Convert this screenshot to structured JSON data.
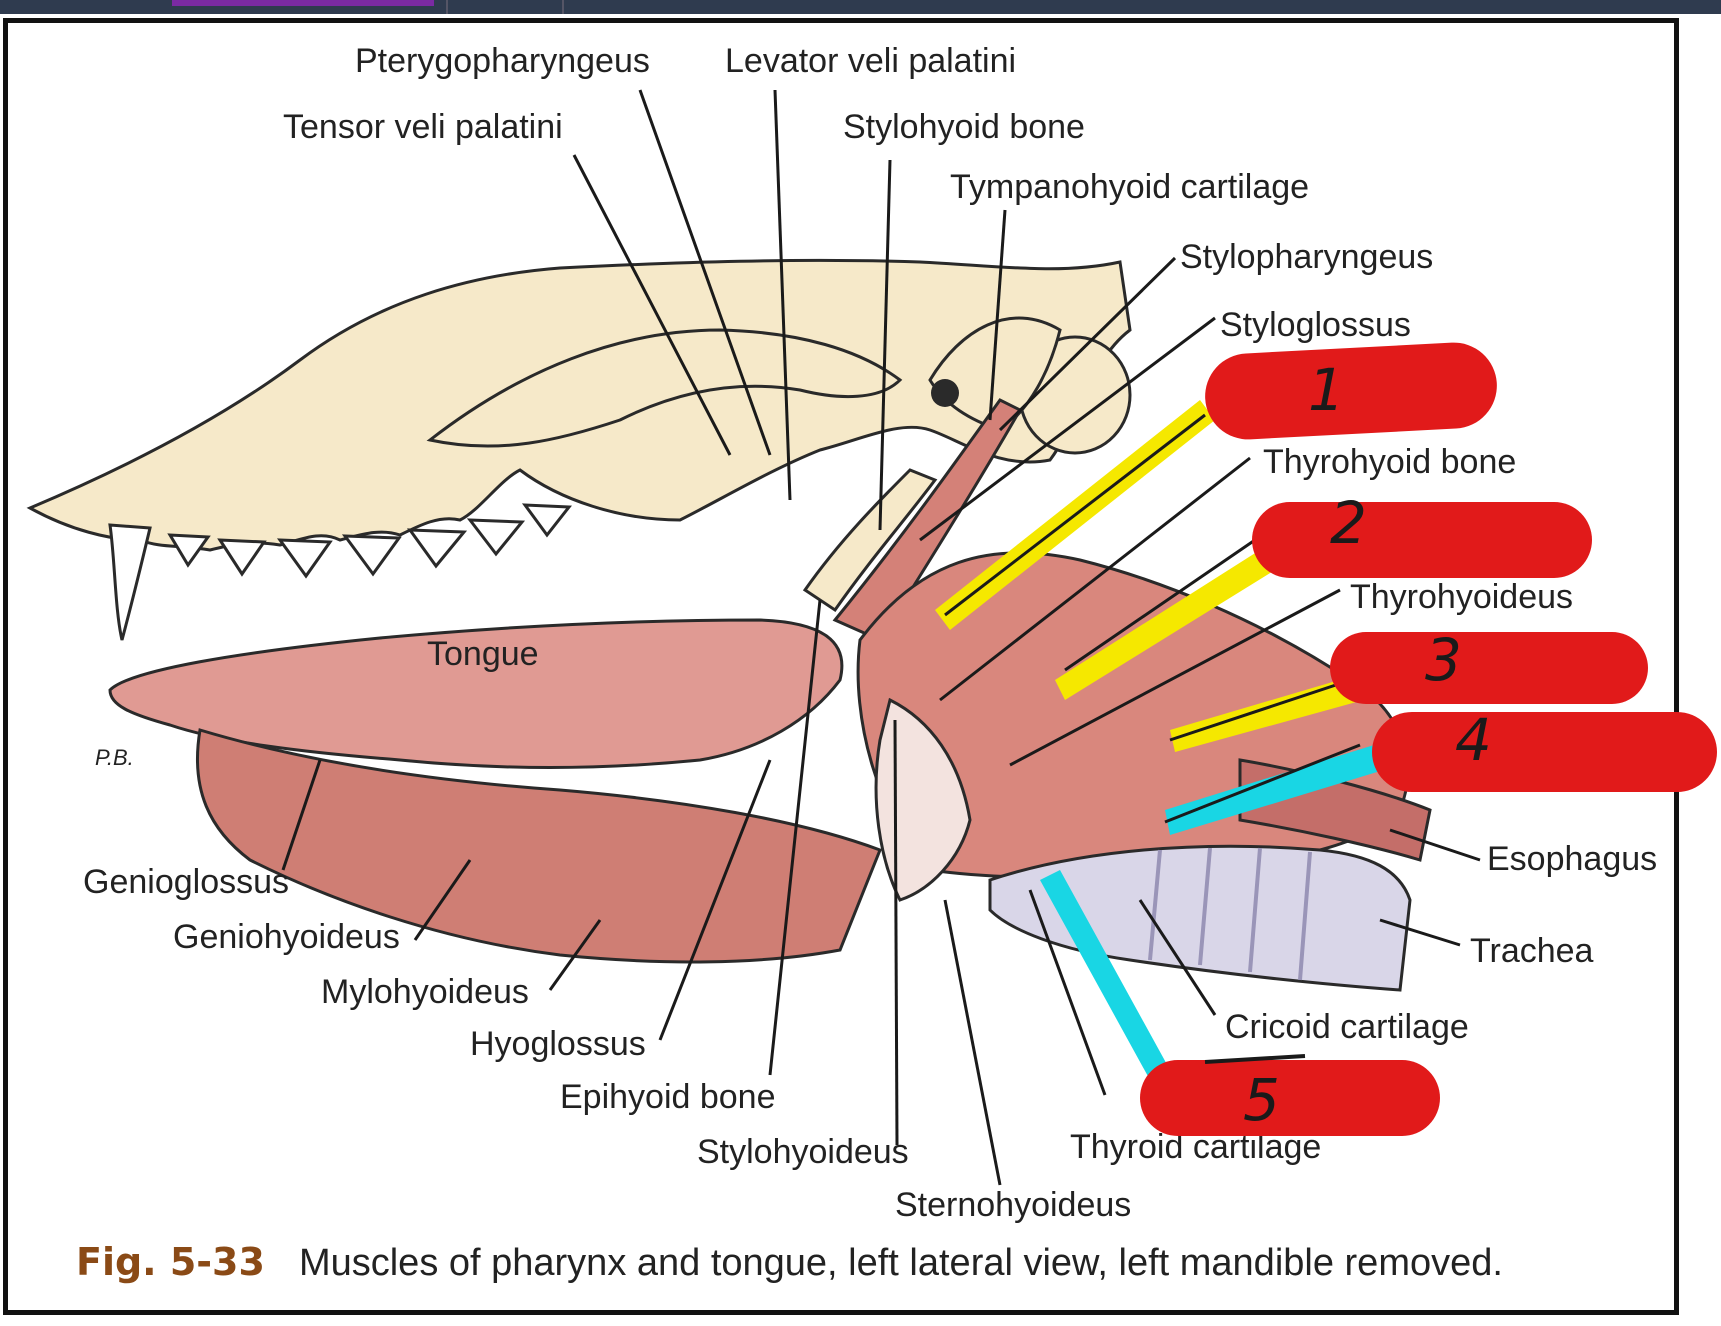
{
  "topbar": {
    "bg": "#2f3b4f",
    "active_tab_color": "#7b2aa3"
  },
  "colors": {
    "redaction": "#e11a1a",
    "highlight_yellow": "#f5e800",
    "highlight_cyan": "#19d6e4",
    "bone": "#f6e9c9",
    "muscle": "#d98a80"
  },
  "labels": {
    "pterygopharyngeus": "Pterygopharyngeus",
    "levator_veli_palatini": "Levator veli palatini",
    "tensor_veli_palatini": "Tensor veli palatini",
    "stylohyoid_bone": "Stylohyoid bone",
    "tympanohyoid_cartilage": "Tympanohyoid cartilage",
    "stylopharyngeus": "Stylopharyngeus",
    "styloglossus": "Styloglossus",
    "thyrohyoid_bone": "Thyrohyoid bone",
    "thyrohyoideus": "Thyrohyoideus",
    "tongue": "Tongue",
    "esophagus": "Esophagus",
    "trachea": "Trachea",
    "cricoid_cartilage": "Cricoid cartilage",
    "genioglossus": "Genioglossus",
    "geniohyoideus": "Geniohyoideus",
    "mylohyoideus": "Mylohyoideus",
    "hyoglossus": "Hyoglossus",
    "epihyoid_bone": "Epihyoid bone",
    "stylohyoideus": "Stylohyoideus",
    "thyroid_cartilage": "Thyroid cartilage",
    "sternohyoideus": "Sternohyoideus",
    "artist_initials": "P.B."
  },
  "redaction_numbers": [
    "1",
    "2",
    "3",
    "4",
    "5"
  ],
  "caption": {
    "figure_number": "Fig. 5-33",
    "text": "Muscles of pharynx and tongue, left lateral view, left mandible removed."
  }
}
